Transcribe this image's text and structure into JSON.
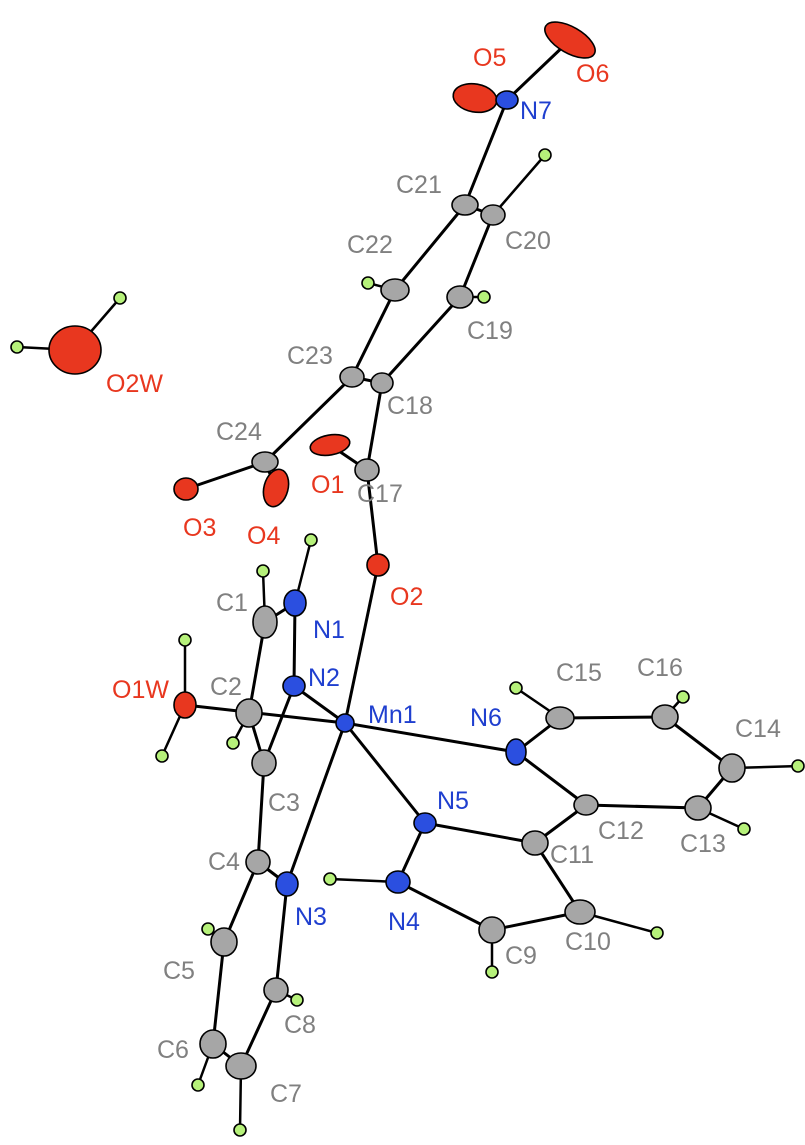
{
  "figure": {
    "colors": {
      "C": "#a6a6a6",
      "N": "#2b4fe0",
      "O": "#e8371f",
      "Mn": "#2b4fe0",
      "H": "#b6f17a"
    },
    "labels": {
      "O5": "O5",
      "O6": "O6",
      "N7": "N7",
      "C21": "C21",
      "C20": "C20",
      "C22": "C22",
      "C19": "C19",
      "C23": "C23",
      "C18": "C18",
      "O2W": "O2W",
      "C24": "C24",
      "O1": "O1",
      "C17": "C17",
      "O3": "O3",
      "O4": "O4",
      "O2": "O2",
      "C1": "C1",
      "N1": "N1",
      "N2": "N2",
      "C2": "C2",
      "O1W": "O1W",
      "Mn1": "Mn1",
      "N6": "N6",
      "C15": "C15",
      "C16": "C16",
      "C14": "C14",
      "C3": "C3",
      "N5": "N5",
      "C12": "C12",
      "C11": "C11",
      "C13": "C13",
      "C4": "C4",
      "N3": "N3",
      "N4": "N4",
      "C5": "C5",
      "C9": "C9",
      "C10": "C10",
      "C8": "C8",
      "C6": "C6",
      "C7": "C7"
    }
  }
}
